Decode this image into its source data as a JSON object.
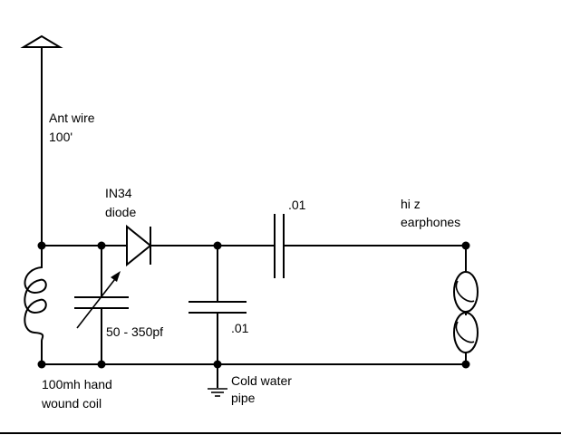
{
  "labels": {
    "antenna_line1": "Ant wire",
    "antenna_line2": "100'",
    "diode_line1": "IN34",
    "diode_line2": "diode",
    "coupling_cap": ".01",
    "earphones_line1": "hi z",
    "earphones_line2": "earphones",
    "tuning_cap": "50 - 350pf",
    "bypass_cap": ".01",
    "coil_line1": "100mh hand",
    "coil_line2": "wound coil",
    "ground_line1": "Cold water",
    "ground_line2": "pipe"
  },
  "colors": {
    "ink": "#000000",
    "background": "#ffffff"
  }
}
